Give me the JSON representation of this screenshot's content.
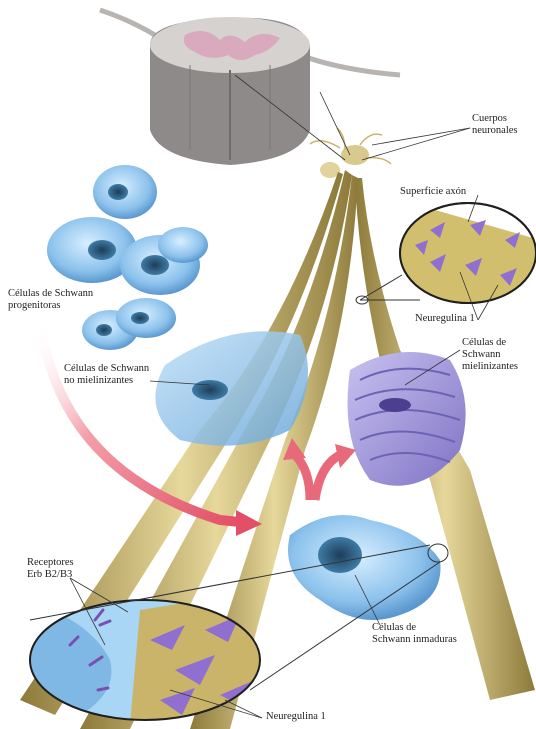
{
  "labels": {
    "cell_bodies": "Cuerpos\nneuronales",
    "axon_surface": "Superficie axón",
    "neuregulin_top": "Neuregulina 1",
    "progenitor_cells": "Células de Schwann\nprogenitoras",
    "non_myelinating": "Células de Schwann\nno mielinizantes",
    "myelinating": "Células de\nSchwann\nmielinizantes",
    "receptors": "Receptores\nErb B2/B3",
    "immature": "Células de\nSchwann inmaduras",
    "neuregulin_bottom": "Neuregulina 1"
  },
  "colors": {
    "axon": "#c9b46a",
    "schwann_blue": "#8fc3ea",
    "schwann_purple": "#9b8fd6",
    "arrow_pink": "#e86a7a",
    "spinal_cord": "#9a9698"
  }
}
